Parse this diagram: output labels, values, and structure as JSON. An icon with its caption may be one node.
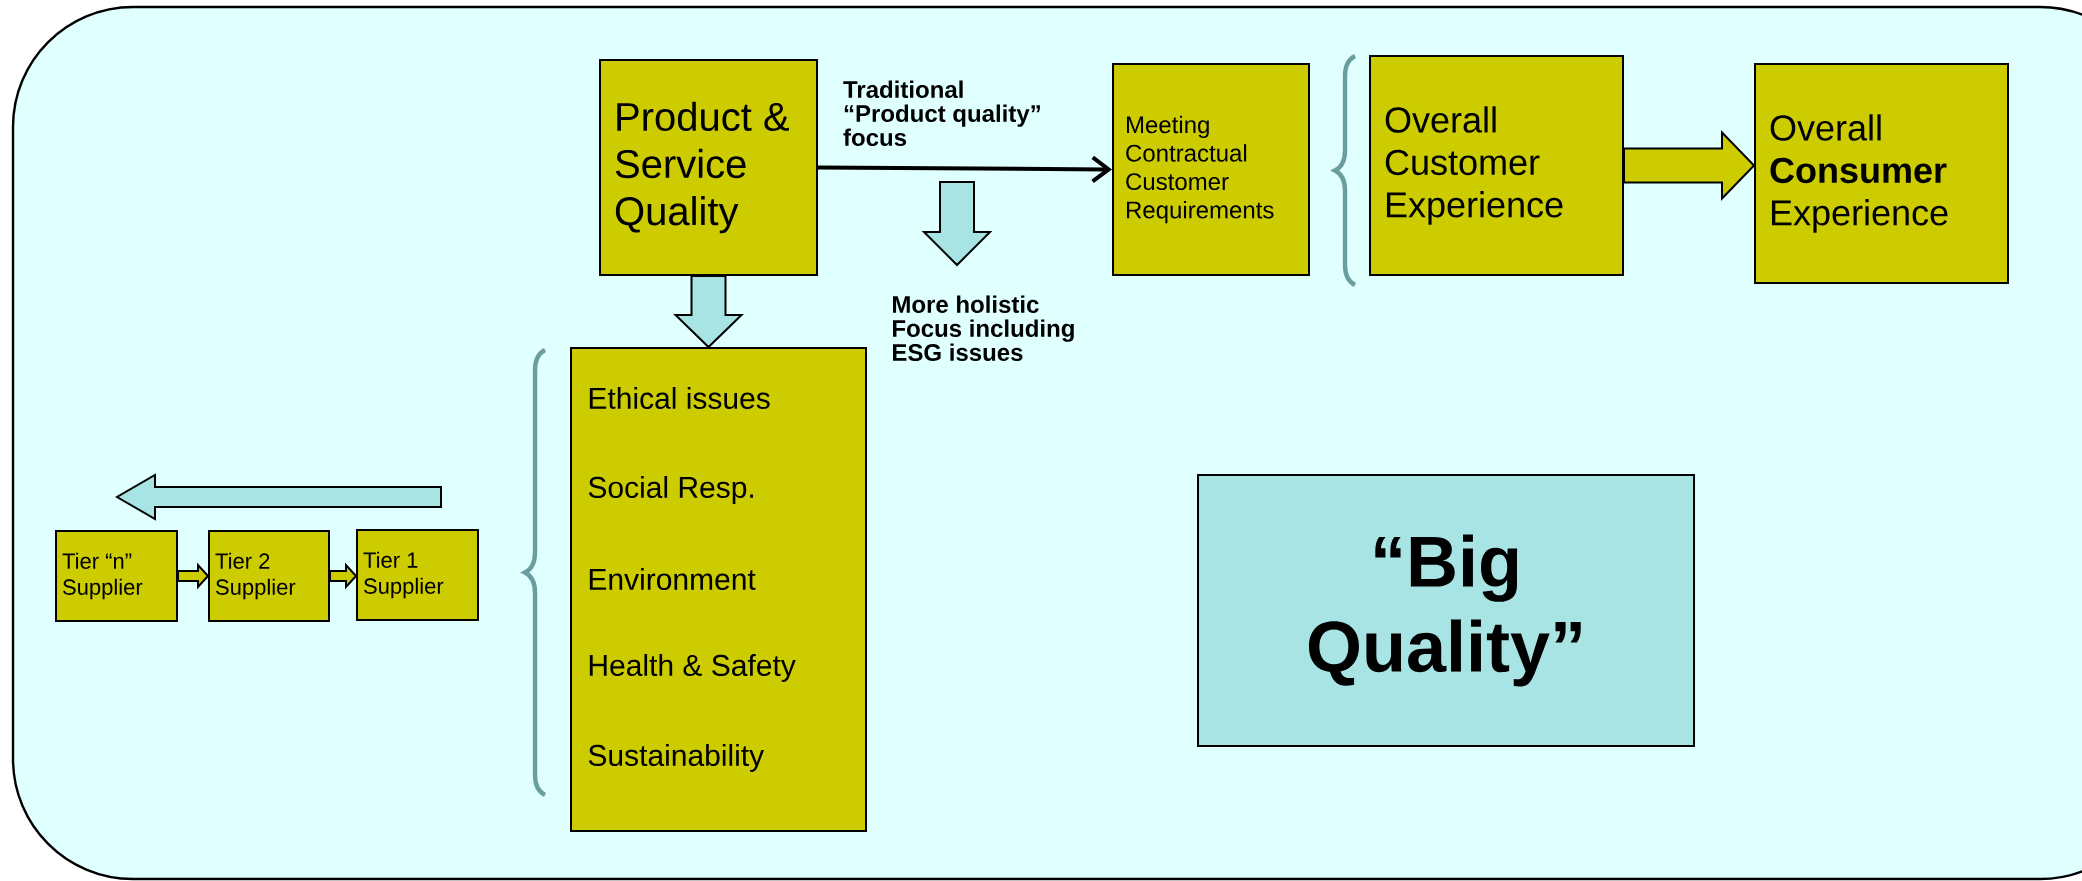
{
  "diagram": {
    "nodes": [
      {
        "text": [
          "Product & Service Quality"
        ]
      },
      {
        "text": [
          "Meeting Contractual Customer Requirements"
        ]
      },
      {
        "text": [
          "Overall Customer Experience"
        ]
      },
      {
        "text": [
          "Overall **Consumer** Experience"
        ]
      },
      {
        "text": [
          "Ethical issues",
          "Social Resp.",
          "Environment",
          "Health & Safety",
          "Sustainability"
        ]
      },
      {
        "text": [
          "“Big Quality”"
        ]
      },
      {
        "text": [
          "Tier “n” Supplier"
        ]
      },
      {
        "text": [
          "Tier 2 Supplier"
        ]
      },
      {
        "text": [
          "Tier 1 Supplier"
        ]
      }
    ],
    "edges": [
      {
        "from": 0,
        "to": 1,
        "arrow": "to",
        "label": "Traditional “Product quality” focus"
      },
      {
        "from": 0,
        "to": 4,
        "arrow": "to",
        "color": "#a8e4e4"
      },
      {
        "from": 2,
        "to": 3,
        "arrow": "to"
      },
      {
        "from": 6,
        "to": 7,
        "arrow": "to"
      },
      {
        "from": 7,
        "to": 8,
        "arrow": "to"
      }
    ],
    "labels": [
      "More holistic Focus including ESG issues"
    ]
  }
}
